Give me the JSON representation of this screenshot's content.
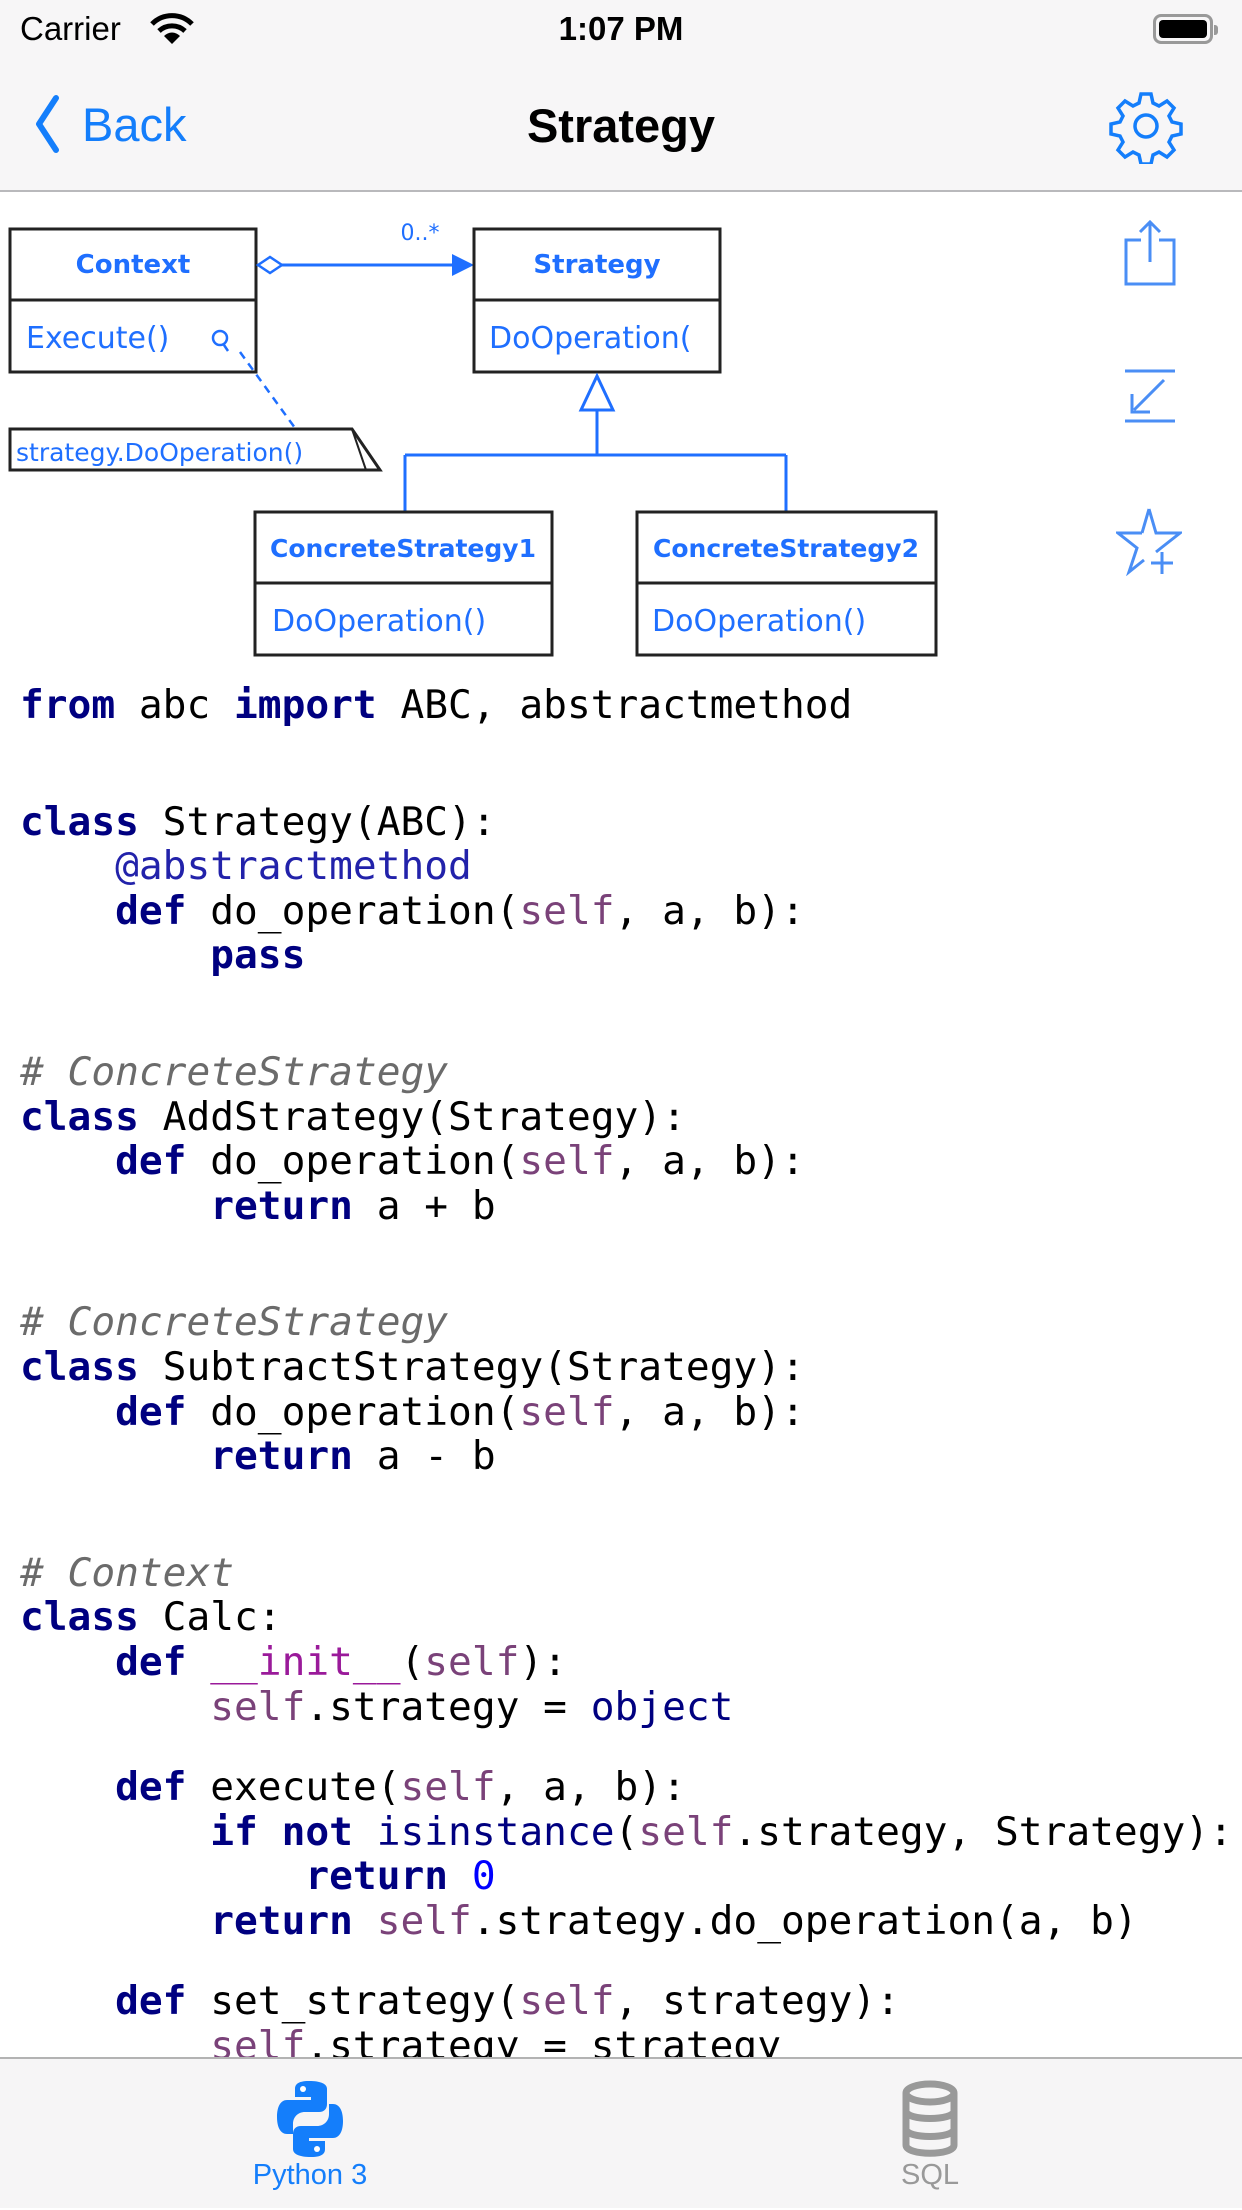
{
  "status_bar": {
    "carrier": "Carrier",
    "time": "1:07 PM",
    "battery_level": 1.0
  },
  "nav": {
    "back_label": "Back",
    "title": "Strategy",
    "settings_icon": "gear-icon"
  },
  "diagram": {
    "context": {
      "name": "Context",
      "method": "Execute()"
    },
    "strategy": {
      "name": "Strategy",
      "method": "DoOperation("
    },
    "multiplicity": "0..*",
    "note": "strategy.DoOperation()",
    "concrete1": {
      "name": "ConcreteStrategy1",
      "method": "DoOperation()"
    },
    "concrete2": {
      "name": "ConcreteStrategy2",
      "method": "DoOperation()"
    }
  },
  "side_actions": [
    "share-icon",
    "download-icon",
    "add-favorite-icon"
  ],
  "code_lines": [
    [
      [
        "kw",
        "from"
      ],
      [
        "p",
        " abc "
      ],
      [
        "kw",
        "import"
      ],
      [
        "p",
        " ABC, abstractmethod"
      ]
    ],
    [],
    [],
    [
      [
        "kw",
        "class"
      ],
      [
        "p",
        " Strategy(ABC):"
      ]
    ],
    [
      [
        "p",
        "    "
      ],
      [
        "dec",
        "@abstractmethod"
      ]
    ],
    [
      [
        "p",
        "    "
      ],
      [
        "kw",
        "def"
      ],
      [
        "p",
        " do_operation("
      ],
      [
        "self",
        "self"
      ],
      [
        "p",
        ", a, b):"
      ]
    ],
    [
      [
        "p",
        "        "
      ],
      [
        "kw",
        "pass"
      ]
    ],
    [],
    [],
    [
      [
        "cm",
        "# ConcreteStrategy"
      ]
    ],
    [
      [
        "kw",
        "class"
      ],
      [
        "p",
        " AddStrategy(Strategy):"
      ]
    ],
    [
      [
        "p",
        "    "
      ],
      [
        "kw",
        "def"
      ],
      [
        "p",
        " do_operation("
      ],
      [
        "self",
        "self"
      ],
      [
        "p",
        ", a, b):"
      ]
    ],
    [
      [
        "p",
        "        "
      ],
      [
        "kw",
        "return"
      ],
      [
        "p",
        " a + b"
      ]
    ],
    [],
    [],
    [
      [
        "cm",
        "# ConcreteStrategy"
      ]
    ],
    [
      [
        "kw",
        "class"
      ],
      [
        "p",
        " SubtractStrategy(Strategy):"
      ]
    ],
    [
      [
        "p",
        "    "
      ],
      [
        "kw",
        "def"
      ],
      [
        "p",
        " do_operation("
      ],
      [
        "self",
        "self"
      ],
      [
        "p",
        ", a, b):"
      ]
    ],
    [
      [
        "p",
        "        "
      ],
      [
        "kw",
        "return"
      ],
      [
        "p",
        " a - b"
      ]
    ],
    [],
    [],
    [
      [
        "cm",
        "# Context"
      ]
    ],
    [
      [
        "kw",
        "class"
      ],
      [
        "p",
        " Calc:"
      ]
    ],
    [
      [
        "p",
        "    "
      ],
      [
        "kw",
        "def"
      ],
      [
        "p",
        " "
      ],
      [
        "magic",
        "__init__"
      ],
      [
        "p",
        "("
      ],
      [
        "self",
        "self"
      ],
      [
        "p",
        "):"
      ]
    ],
    [
      [
        "p",
        "        "
      ],
      [
        "self",
        "self"
      ],
      [
        "p",
        ".strategy = "
      ],
      [
        "bi",
        "object"
      ]
    ],
    [],
    [
      [
        "p",
        "    "
      ],
      [
        "kw",
        "def"
      ],
      [
        "p",
        " execute("
      ],
      [
        "self",
        "self"
      ],
      [
        "p",
        ", a, b):"
      ]
    ],
    [
      [
        "p",
        "        "
      ],
      [
        "kw",
        "if"
      ],
      [
        "p",
        " "
      ],
      [
        "kw",
        "not"
      ],
      [
        "p",
        " "
      ],
      [
        "bi",
        "isinstance"
      ],
      [
        "p",
        "("
      ],
      [
        "self",
        "self"
      ],
      [
        "p",
        ".strategy, Strategy):"
      ]
    ],
    [
      [
        "p",
        "            "
      ],
      [
        "kw",
        "return"
      ],
      [
        "p",
        " "
      ],
      [
        "num",
        "0"
      ]
    ],
    [
      [
        "p",
        "        "
      ],
      [
        "kw",
        "return"
      ],
      [
        "p",
        " "
      ],
      [
        "self",
        "self"
      ],
      [
        "p",
        ".strategy.do_operation(a, b)"
      ]
    ],
    [],
    [
      [
        "p",
        "    "
      ],
      [
        "kw",
        "def"
      ],
      [
        "p",
        " set_strategy("
      ],
      [
        "self",
        "self"
      ],
      [
        "p",
        ", strategy):"
      ]
    ],
    [
      [
        "p",
        "        "
      ],
      [
        "self",
        "self"
      ],
      [
        "p",
        ".strategy = strategy"
      ]
    ]
  ],
  "tabs": [
    {
      "label": "Python 3",
      "icon": "python-icon",
      "selected": true
    },
    {
      "label": "SQL",
      "icon": "database-icon",
      "selected": false
    }
  ],
  "colors": {
    "accent": "#147efb",
    "inactive": "#999999",
    "diagram_blue": "#1f6fff"
  }
}
